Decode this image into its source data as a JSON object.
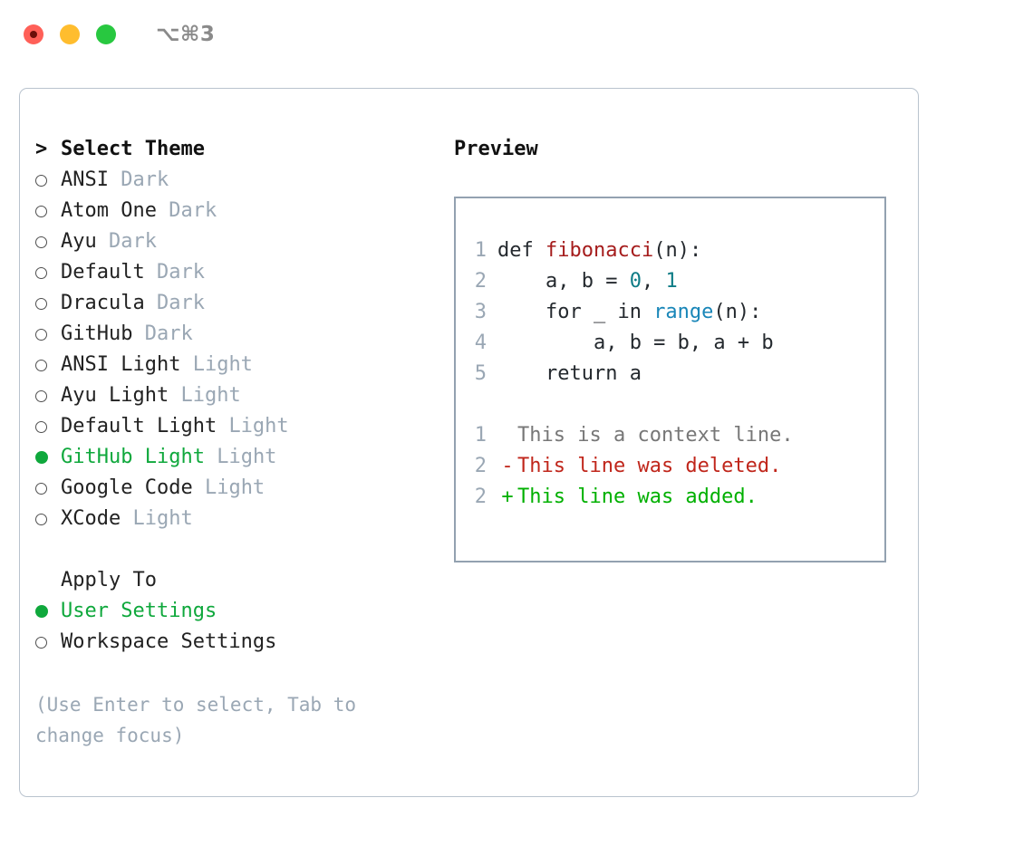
{
  "titlebar": {
    "shortcut": "⌥⌘3",
    "lights": [
      {
        "name": "close",
        "color": "#FF6058"
      },
      {
        "name": "minimize",
        "color": "#FFBD2E"
      },
      {
        "name": "maximize",
        "color": "#28C840"
      }
    ]
  },
  "theme_section": {
    "caret": ">",
    "heading": "Select Theme",
    "selected_index": 9,
    "items": [
      {
        "bullet": "○",
        "name": "ANSI",
        "tag": "Dark",
        "selected": false
      },
      {
        "bullet": "○",
        "name": "Atom One",
        "tag": "Dark",
        "selected": false
      },
      {
        "bullet": "○",
        "name": "Ayu",
        "tag": "Dark",
        "selected": false
      },
      {
        "bullet": "○",
        "name": "Default",
        "tag": "Dark",
        "selected": false
      },
      {
        "bullet": "○",
        "name": "Dracula",
        "tag": "Dark",
        "selected": false
      },
      {
        "bullet": "○",
        "name": "GitHub",
        "tag": "Dark",
        "selected": false
      },
      {
        "bullet": "○",
        "name": "ANSI Light",
        "tag": "Light",
        "selected": false
      },
      {
        "bullet": "○",
        "name": "Ayu Light",
        "tag": "Light",
        "selected": false
      },
      {
        "bullet": "○",
        "name": "Default Light",
        "tag": "Light",
        "selected": false
      },
      {
        "bullet": "●",
        "name": "GitHub Light",
        "tag": "Light",
        "selected": true
      },
      {
        "bullet": "○",
        "name": "Google Code",
        "tag": "Light",
        "selected": false
      },
      {
        "bullet": "○",
        "name": "XCode",
        "tag": "Light",
        "selected": false
      }
    ]
  },
  "apply_section": {
    "heading": "Apply To",
    "selected_index": 0,
    "items": [
      {
        "bullet": "●",
        "name": "User Settings",
        "selected": true
      },
      {
        "bullet": "○",
        "name": "Workspace Settings",
        "selected": false
      }
    ]
  },
  "hint": {
    "line1": "(Use Enter to select, Tab to",
    "line2": "change focus)"
  },
  "preview": {
    "title": "Preview",
    "code_lines": [
      {
        "num": "1",
        "segments": [
          {
            "text": "def ",
            "cls": "tok-kw"
          },
          {
            "text": "fibonacci",
            "cls": "tok-fn"
          },
          {
            "text": "(n):",
            "cls": "tok-kw"
          }
        ]
      },
      {
        "num": "2",
        "segments": [
          {
            "text": "    a, b = ",
            "cls": "tok-kw"
          },
          {
            "text": "0",
            "cls": "tok-num"
          },
          {
            "text": ", ",
            "cls": "tok-kw"
          },
          {
            "text": "1",
            "cls": "tok-num"
          }
        ]
      },
      {
        "num": "3",
        "segments": [
          {
            "text": "    for _ in ",
            "cls": "tok-kw"
          },
          {
            "text": "range",
            "cls": "tok-call"
          },
          {
            "text": "(n):",
            "cls": "tok-kw"
          }
        ]
      },
      {
        "num": "4",
        "segments": [
          {
            "text": "        a, b = b, a + b",
            "cls": "tok-kw"
          }
        ]
      },
      {
        "num": "5",
        "segments": [
          {
            "text": "    return a",
            "cls": "tok-kw"
          }
        ]
      }
    ],
    "diff_lines": [
      {
        "num": "1",
        "marker": " ",
        "text": "This is a context line.",
        "cls": "diff-ctx"
      },
      {
        "num": "2",
        "marker": "-",
        "text": "This line was deleted.",
        "cls": "diff-del"
      },
      {
        "num": "2",
        "marker": "+",
        "text": "This line was added.",
        "cls": "diff-add"
      }
    ]
  },
  "colors": {
    "accent_green": "#0FA83C",
    "muted": "#9aa7b4",
    "panel_border": "#b9c3ce",
    "preview_border": "#93a1b0",
    "diff_add": "#00B000",
    "diff_del": "#C0261B",
    "fn": "#A51C1C",
    "num": "#0E7C86",
    "call": "#1986B8"
  }
}
